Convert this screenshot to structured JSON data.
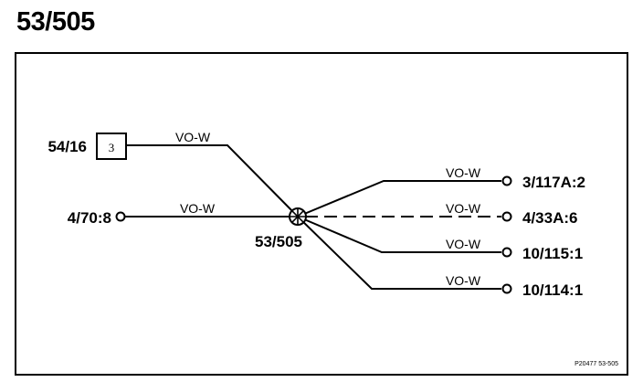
{
  "title": "53/505",
  "splice": {
    "label": "53/505"
  },
  "left_connections": [
    {
      "terminal": "54/16",
      "pin": "3",
      "wire": "VO-W"
    },
    {
      "terminal": "4/70:8",
      "wire": "VO-W"
    }
  ],
  "right_connections": [
    {
      "terminal": "3/117A:2",
      "wire": "VO-W",
      "style": "solid"
    },
    {
      "terminal": "4/33A:6",
      "wire": "VO-W",
      "style": "dashed"
    },
    {
      "terminal": "10/115:1",
      "wire": "VO-W",
      "style": "solid"
    },
    {
      "terminal": "10/114:1",
      "wire": "VO-W",
      "style": "solid"
    }
  ],
  "footer_ref": "P20477  53-505"
}
